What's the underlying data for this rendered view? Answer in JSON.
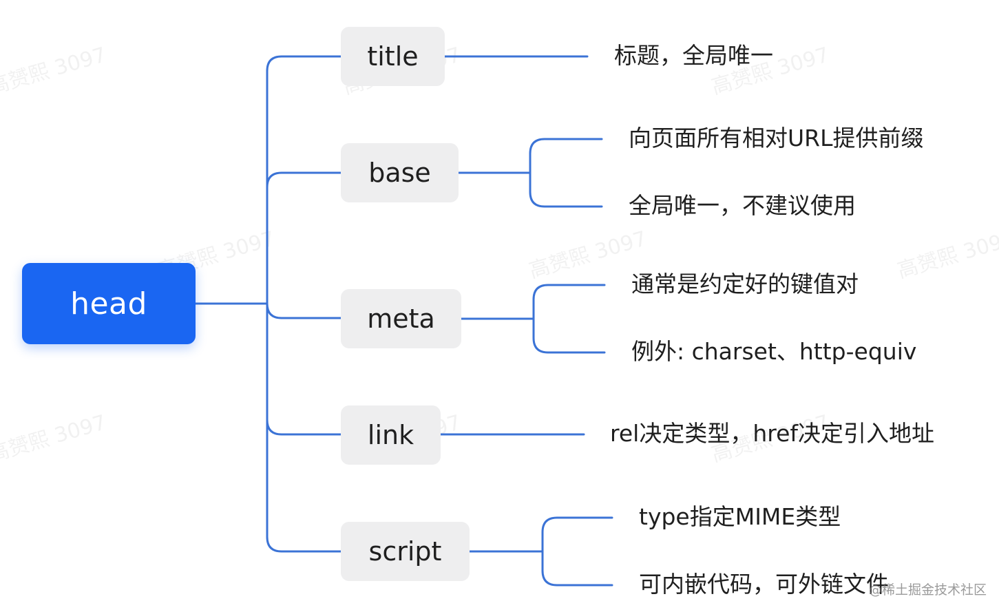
{
  "root": {
    "label": "head"
  },
  "branches": [
    {
      "label": "title",
      "leaves": [
        "标题，全局唯一"
      ]
    },
    {
      "label": "base",
      "leaves": [
        "向页面所有相对URL提供前缀",
        "全局唯一，不建议使用"
      ]
    },
    {
      "label": "meta",
      "leaves": [
        "通常是约定好的键值对",
        "例外: charset、http-equiv"
      ]
    },
    {
      "label": "link",
      "leaves": [
        "rel决定类型，href决定引入地址"
      ]
    },
    {
      "label": "script",
      "leaves": [
        "type指定MIME类型",
        "可内嵌代码，可外链文件"
      ]
    }
  ],
  "watermark": "高赟熙 3097",
  "credit": "@稀土掘金技术社区",
  "colors": {
    "root_fill": "#1a66f2",
    "connector": "#3b73d6",
    "topic_fill": "#eeeeef",
    "text": "#1f1f1f"
  }
}
